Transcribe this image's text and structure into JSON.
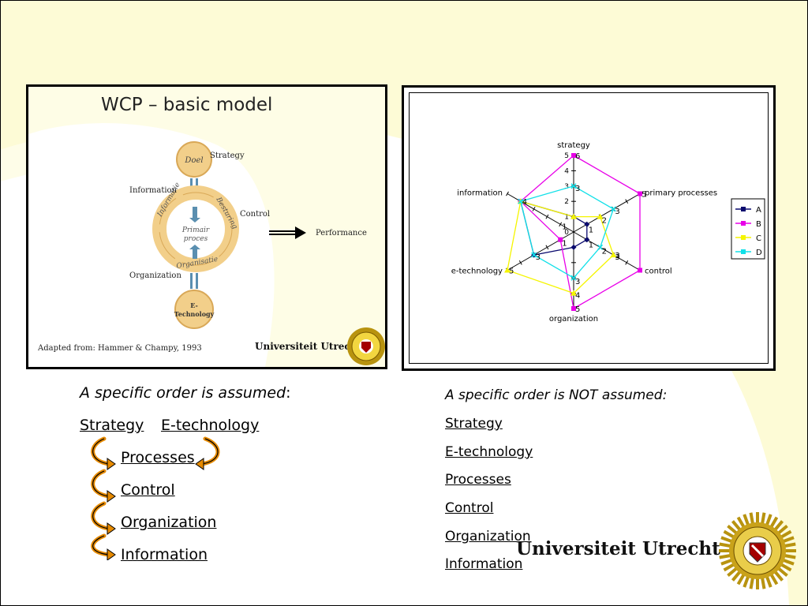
{
  "slide": {
    "colors": {
      "background": "#ffffff",
      "accent_cream": "#fdfbd6",
      "arrow_orange": "#e68a00"
    }
  },
  "wcp_model": {
    "title": "WCP – basic model",
    "nodes": {
      "doel": "Doel",
      "strategy": "Strategy",
      "information": "Information",
      "informatie": "Informatie",
      "besturing": "Besturing",
      "control": "Control",
      "primair_1": "Primair",
      "primair_2": "proces",
      "organisatie": "Organisatie",
      "organization": "Organization",
      "etech_1": "E-",
      "etech_2": "Technology",
      "performance": "Performance"
    },
    "source": "Adapted from: Hammer & Champy, 1993",
    "university": "Universiteit Utrecht"
  },
  "chart_data": {
    "type": "radar",
    "axes": [
      "strategy",
      "primary processes",
      "control",
      "organization",
      "e-technology",
      "information"
    ],
    "rlim": [
      0,
      5
    ],
    "ticks": [
      "0",
      "1",
      "2",
      "3",
      "4",
      "5"
    ],
    "series": [
      {
        "name": "A",
        "values": [
          1,
          1,
          1,
          1,
          3,
          4
        ],
        "color": "#0a0a6e"
      },
      {
        "name": "B",
        "values": [
          5,
          5,
          5,
          5,
          1,
          4
        ],
        "color": "#e800e8"
      },
      {
        "name": "C",
        "values": [
          1,
          2,
          3,
          4,
          5,
          4
        ],
        "color": "#f5f500"
      },
      {
        "name": "D",
        "values": [
          3,
          3,
          2,
          3,
          3,
          4
        ],
        "color": "#10e0e8"
      }
    ],
    "legend_position": "right",
    "axis_value_labels": [
      {
        "axis": 0,
        "labels": [
          "6",
          "3"
        ]
      },
      {
        "axis": 1,
        "labels": [
          "5",
          "3",
          "2",
          "1"
        ]
      },
      {
        "axis": 2,
        "labels": [
          "3",
          "3",
          "2",
          "1"
        ]
      },
      {
        "axis": 3,
        "labels": [
          "5",
          "4",
          "3"
        ]
      },
      {
        "axis": 4,
        "labels": [
          "5",
          "3",
          "1"
        ]
      },
      {
        "axis": 5,
        "labels": [
          "4",
          "1"
        ]
      }
    ]
  },
  "left_list": {
    "heading": "A specific order is assumed",
    "heading_colon": ":",
    "items": [
      "Strategy",
      "E-technology",
      "Processes",
      "Control",
      "Organization",
      "Information"
    ]
  },
  "right_list": {
    "heading": "A specific order is NOT assumed",
    "heading_colon": ":",
    "items": [
      "Strategy",
      "E-technology",
      "Processes",
      "Control",
      "Organization",
      "Information"
    ]
  },
  "footer": {
    "university": "Universiteit Utrecht"
  }
}
